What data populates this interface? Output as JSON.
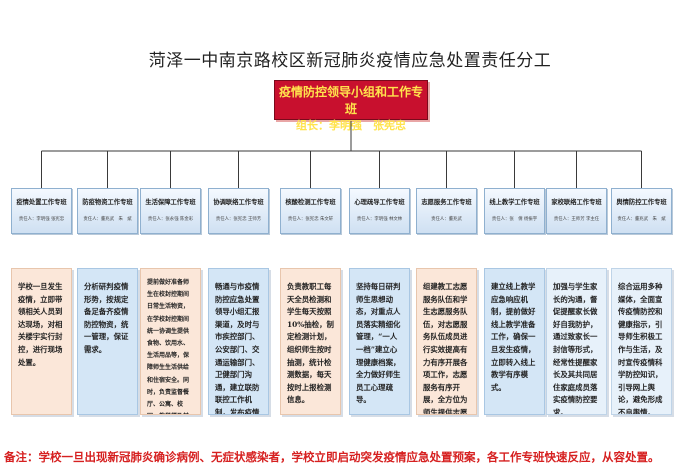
{
  "title": "菏泽一中南京路校区新冠肺炎疫情应急处置责任分工",
  "leader_box": {
    "line1": "疫情防控领导小组和工作专班",
    "line2": "组长：李明强　张宪忠"
  },
  "teams": [
    {
      "name": "疫情处置工作专班",
      "leads": "责任人：李明强 张宪忠",
      "duty": "学校一旦发生疫情，立即带领相关人员到达现场，对相关楼宇实行封控，进行现场处置。",
      "color": "peach"
    },
    {
      "name": "防疫物资工作专班",
      "leads": "责任人：董兆武　朱　斌",
      "duty": "分析研判疫情形势，按规定备足备齐疫情防控物资，统一管理，保证需求。",
      "color": "blue"
    },
    {
      "name": "生活保障工作专班",
      "leads": "责任人：张永强 陈金彩",
      "duty": "提前做好准备师生在校封控期间日常生活物资，在学校封控期间统一协调生提供食物、饮用水、生活用品等，保障师生生活供给和住宿安全。同时，负责监督餐厅、公寓、校园、教学楼及其它公共场所的日常消毒测温工作。",
      "color": "peach",
      "small": true
    },
    {
      "name": "协调联络工作专班",
      "leads": "责任人：张宪忠 王师芳",
      "duty": "畅通与市疫情防控应急处置领导小组汇报渠道，及时与市疾控部门、公安部门、交通运输部门、卫健部门沟通，建立联防联控工作机制，发布疫情信息第一时间向上报告。",
      "color": "blue"
    },
    {
      "name": "核酸检测工作专班",
      "leads": "责任人：张宪忠 朱文轩",
      "duty": "负责教职工每天全员检测和学生每天按照10%抽检，制定检测计划，组织师生按时抽测，统计检测数据，每天按时上报检测信息。",
      "color": "peach"
    },
    {
      "name": "心理疏导工作专班",
      "leads": "责任人：李明强 林文林",
      "duty": "坚持每日研判师生思想动态，对重点人员落实精细化管理，“一人一档”建立心理健康档案，全力做好师生员工心理疏导。",
      "color": "blue"
    },
    {
      "name": "志愿服务工作专班",
      "leads": "责任人：董兆武",
      "duty": "组建教工志愿服务队伍和学生志愿服务队伍，对志愿服务队伍成员进行实效提高有力有序开展各项工作，志愿服务有序开展，全方位为师生提供志愿服务。",
      "color": "peach"
    },
    {
      "name": "线上教学工作专班",
      "leads": "责任人：张　倩 杨振宇",
      "duty": "建立线上教学应急响应机制，提前做好线上教学准备工作，确保一旦发生疫情，立即转入线上教学有序模式。",
      "color": "blue"
    },
    {
      "name": "家校联络工作专班",
      "leads": "责任人：王师芳 李主任",
      "duty": "加强与学生家长的沟通，督促提醒家长做好自我防护，通过致家长一封信等形式，经常性提醒家长及其共同居住家庭成员落实疫情防控要求。",
      "color": "pale"
    },
    {
      "name": "舆情防控工作专班",
      "leads": "责任人：董兆武　朱　斌",
      "duty": "综合运用多种媒体，全面宣传疫情防控和健康指示，引导师生积极工作与生活，及时宣传疫情科学防控知识，引导网上舆论，避免形成不良舆情。",
      "color": "pale"
    }
  ],
  "footnote": "备注：学校一旦出现新冠肺炎确诊病例、无症状感染者，学校立即启动突发疫情应急处置预案，各工作专班快速反应，从容处置。",
  "colors": {
    "leader_bg": "#c8102e",
    "leader_text": "#ffe34d",
    "note_text": "#d62020",
    "connector": "#3a3a3a"
  }
}
